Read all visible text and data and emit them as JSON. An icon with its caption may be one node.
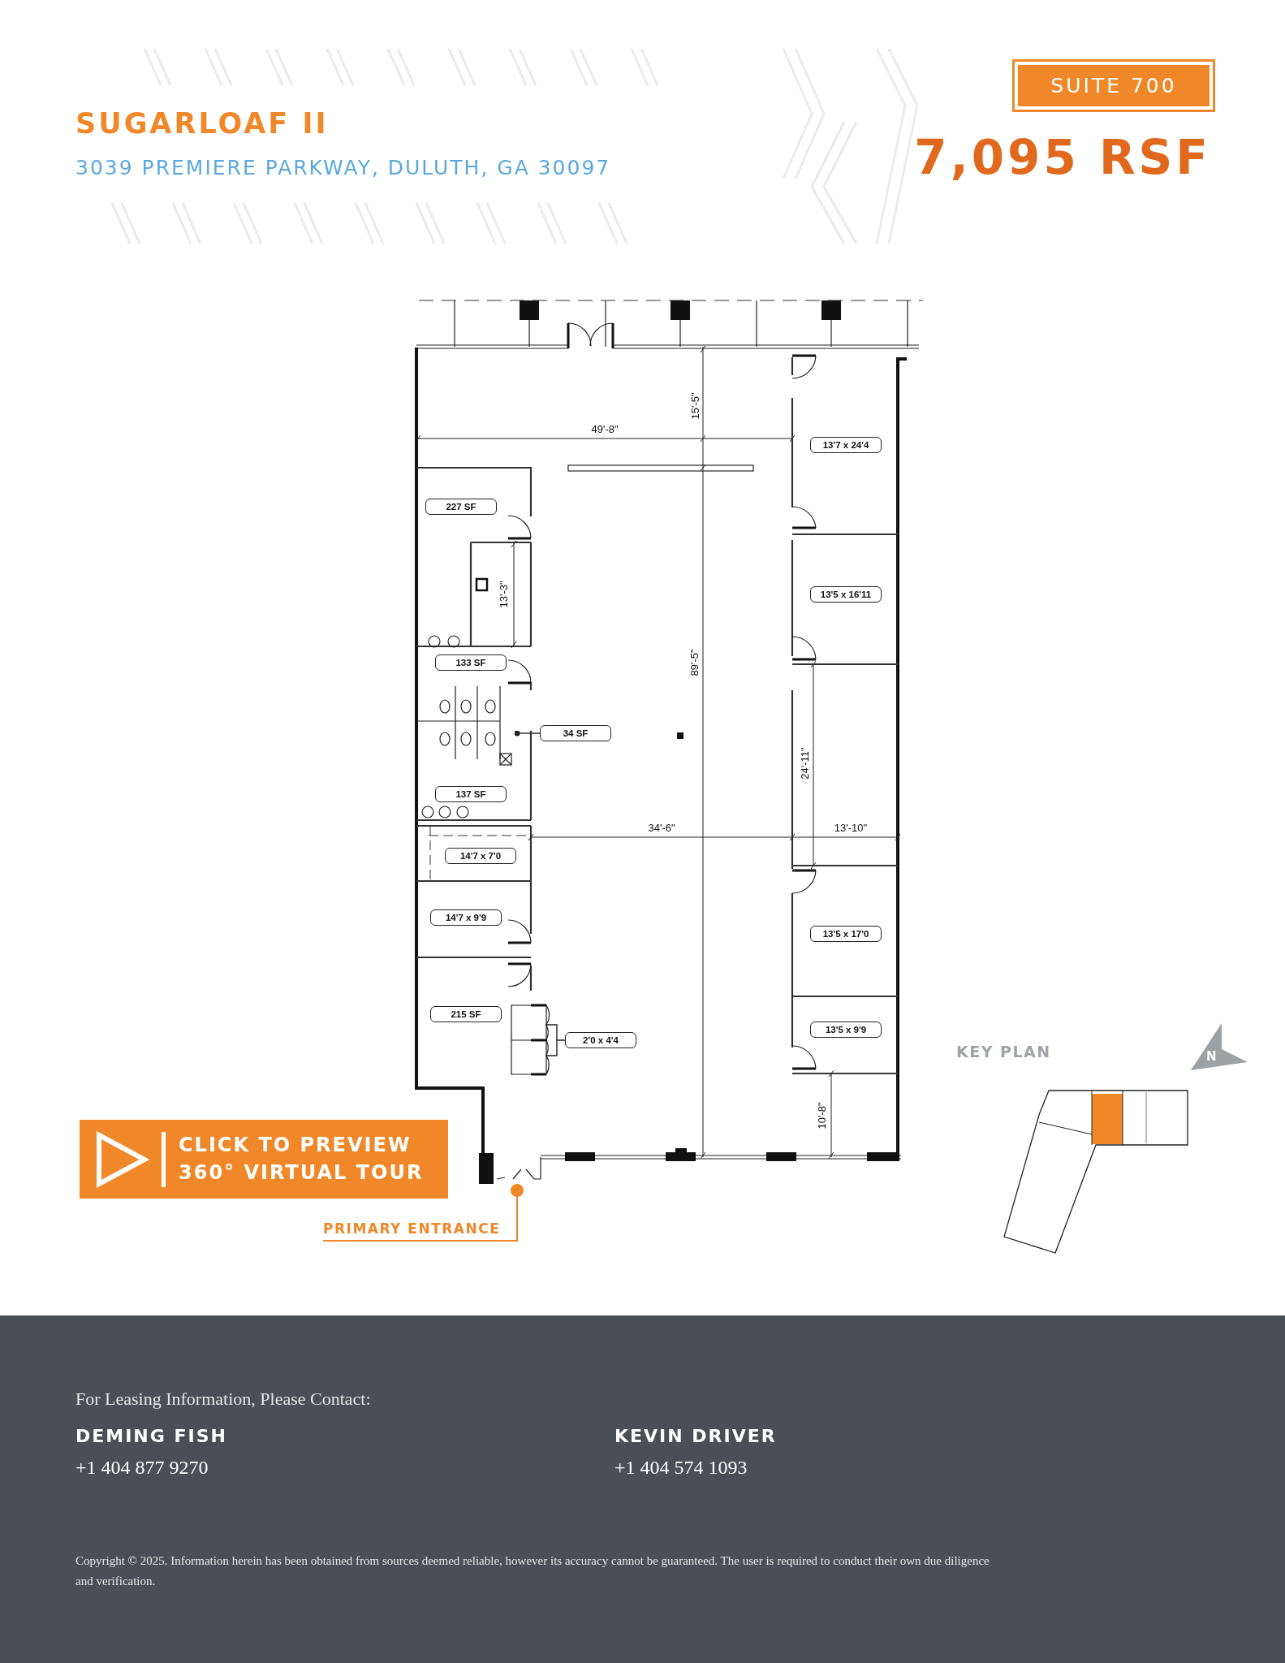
{
  "diagram": {
    "title": "SUGARLOAF II",
    "nodes": [
      {
        "text": [
          "SUITE 700"
        ]
      },
      {
        "text": [
          "CLICK TO PREVIEW 360° VIRTUAL TOUR"
        ]
      },
      {
        "text": [
          "227 SF"
        ]
      },
      {
        "text": [
          "133 SF"
        ]
      },
      {
        "text": [
          "34 SF"
        ]
      },
      {
        "text": [
          "137 SF"
        ]
      },
      {
        "text": [
          "14'7 x 7'0"
        ]
      },
      {
        "text": [
          "14'7 x 9'9"
        ]
      },
      {
        "text": [
          "215 SF"
        ]
      },
      {
        "text": [
          "2'0 x 4'4"
        ]
      },
      {
        "text": [
          "13'7 x 24'4"
        ]
      },
      {
        "text": [
          "13'5 x 16'11"
        ]
      },
      {
        "text": [
          "13'5 x 17'0"
        ]
      },
      {
        "text": [
          "13'5 x 9'9"
        ]
      },
      {
        "text": [
          "PRIMARY ENTRANCE"
        ]
      }
    ],
    "edges": [
      {
        "from": 4,
        "to": null,
        "arrow": "other"
      },
      {
        "from": 9,
        "to": null,
        "arrow": "none"
      },
      {
        "from": 14,
        "to": null,
        "arrow": "other",
        "color": "#f0882a"
      }
    ],
    "labels": [
      "3039 PREMIERE PARKWAY, DULUTH, GA 30097",
      "7,095 RSF",
      "15'-5\"",
      "49'-8\"",
      "13'-3\"",
      "89'-5\"",
      "24'-11\"",
      "34'-6\"",
      "13'-10\"",
      "10'-8\"",
      "KEY PLAN",
      "N",
      "For Leasing Information, Please Contact:",
      "DEMING FISH",
      "+1 404 877 9270",
      "KEVIN DRIVER",
      "+1 404 574 1093",
      "Copyright © 2025. Information herein has been obtained from sources deemed reliable, however its accuracy cannot be guaranteed. The user is required to conduct their own due diligence and verification."
    ]
  }
}
